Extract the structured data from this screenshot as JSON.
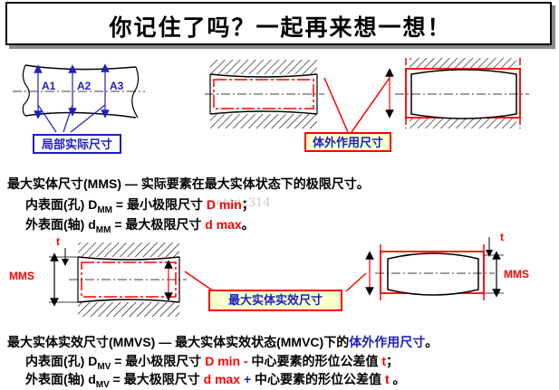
{
  "title": "你记住了吗？一起再来想一想！",
  "labels": {
    "local_size": "局部实际尺寸",
    "external_size": "体外作用尺寸",
    "mmvs_size": "最大实体实效尺寸",
    "a1": "A1",
    "a2": "A2",
    "a3": "A3",
    "mms_left": "MMS",
    "mms_right": "MMS",
    "t_left": "t",
    "t_right": "t"
  },
  "mms": {
    "heading": "最大实体尺寸(MMS) — 实际要素在最大实体状态下的极限尺寸。",
    "hole_prefix": "内表面(孔) D",
    "hole_sub": "MM",
    "hole_mid": " = 最小极限尺寸 ",
    "hole_value": "D min",
    "hole_end": "；",
    "shaft_prefix": "外表面(轴) d",
    "shaft_sub": "MM",
    "shaft_mid": " = 最大极限尺寸 ",
    "shaft_value": "d max",
    "shaft_end": "。"
  },
  "mmvs": {
    "heading_a": "最大实体实效尺寸(MMVS) — 最大实体实效状态(MMVC)下的",
    "heading_b": "体外作用尺寸",
    "heading_c": "。",
    "hole_prefix": "内表面(孔) D",
    "hole_sub": "MV",
    "hole_mid": " = 最小极限尺寸 ",
    "hole_value": "D min -",
    "hole_tail": " 中心要素的形位公差值 ",
    "hole_t": "t",
    "hole_end": "；",
    "shaft_prefix": "外表面(轴) d",
    "shaft_sub": "MV",
    "shaft_mid": " = 最大极限尺寸 ",
    "shaft_value": "d max",
    "shaft_plus": " +",
    "shaft_tail": " 中心要素的形位公差值 ",
    "shaft_t": "t",
    "shaft_end": " 。"
  },
  "watermark": "net/zjc314",
  "colors": {
    "red": "#ff0000",
    "blue": "#1f1fc0",
    "label_fill": "#ffffcc",
    "hatch": "#000000"
  }
}
